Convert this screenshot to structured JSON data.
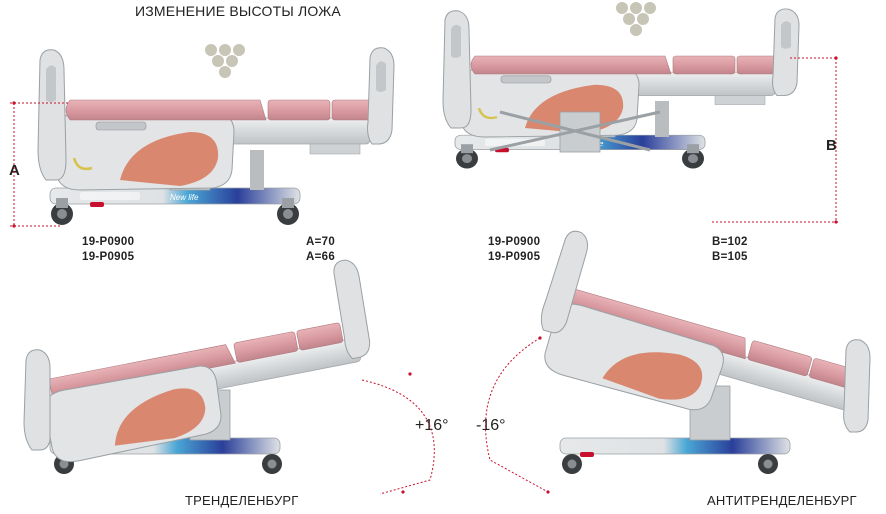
{
  "heading": "ИЗМЕНЕНИЕ ВЫСОТЫ ЛОЖА",
  "panel_left": {
    "dimension_letter": "A",
    "models": [
      "19-P0900",
      "19-P0905"
    ],
    "values": [
      "A=70",
      "A=66"
    ]
  },
  "panel_right": {
    "dimension_letter": "B",
    "models": [
      "19-P0900",
      "19-P0905"
    ],
    "values": [
      "B=102",
      "B=105"
    ]
  },
  "panel_trend": {
    "angle": "+16°",
    "caption": "ТРЕНДЕЛЕНБУРГ"
  },
  "panel_antitrend": {
    "angle": "-16°",
    "caption": "АНТИТРЕНДЕЛЕНБУРГ"
  },
  "bed_brand": "New life",
  "colors": {
    "mattress": "#d89aa0",
    "frame": "#d8dadc",
    "dimension": "#c8102e",
    "accent_blue": "#2a3f9a",
    "accent_cyan": "#3bb8d8",
    "decal": "#d9876f"
  }
}
